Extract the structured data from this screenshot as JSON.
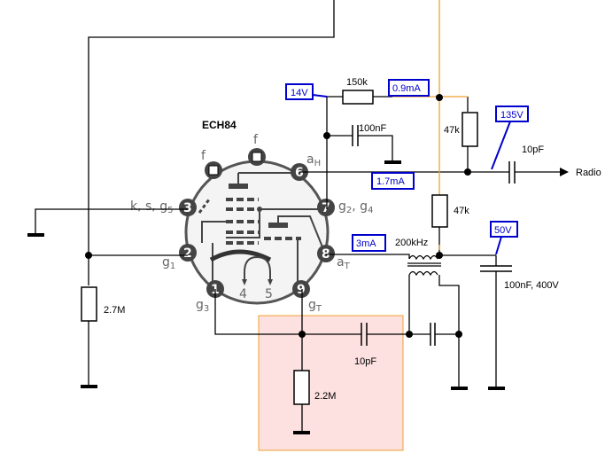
{
  "tube": {
    "name": "ECH84",
    "pins": [
      {
        "num": "1",
        "label": "g3"
      },
      {
        "num": "2",
        "label": "g1"
      },
      {
        "num": "3",
        "label": "k, s, g5"
      },
      {
        "num": "4",
        "label": "4"
      },
      {
        "num": "5",
        "label": "5"
      },
      {
        "num": "6",
        "label": "aH"
      },
      {
        "num": "7",
        "label": "g2, g4"
      },
      {
        "num": "8",
        "label": "aT"
      },
      {
        "num": "9",
        "label": "gT"
      },
      {
        "num": "f1",
        "label": "f"
      },
      {
        "num": "f2",
        "label": "f"
      }
    ],
    "pin_sub": {
      "g1_main": "g",
      "g1_sub": "1",
      "g3_main": "g",
      "g3_sub": "3",
      "gT_main": "g",
      "gT_sub": "T",
      "aT_main": "a",
      "aT_sub": "T",
      "aH_main": "a",
      "aH_sub": "H",
      "k_main": "k, s, g",
      "k_sub": "5",
      "g24_main": "g",
      "g24_sub1": "2",
      "g24_mid": ", g",
      "g24_sub2": "4"
    }
  },
  "components": {
    "r_150k": "150k",
    "r_47k_top": "47k",
    "r_47k_mid": "47k",
    "r_2_7M": "2.7M",
    "r_2_2M": "2.2M",
    "c_100nF": "100nF",
    "c_10pF_out": "10pF",
    "c_10pF_grid": "10pF",
    "c_100nF_400V": "100nF, 400V",
    "transformer": "200kHz"
  },
  "measurements": {
    "v14": "14V",
    "i09": "0.9mA",
    "v135": "135V",
    "i17": "1.7mA",
    "i3": "3mA",
    "v50": "50V"
  },
  "output": {
    "label": "Radio"
  },
  "colors": {
    "wire": "#000000",
    "supply_wire": "#f0a030",
    "measure": "#0000cc",
    "highlight_fill": "#fde0e0",
    "highlight_border": "#f0a030"
  }
}
